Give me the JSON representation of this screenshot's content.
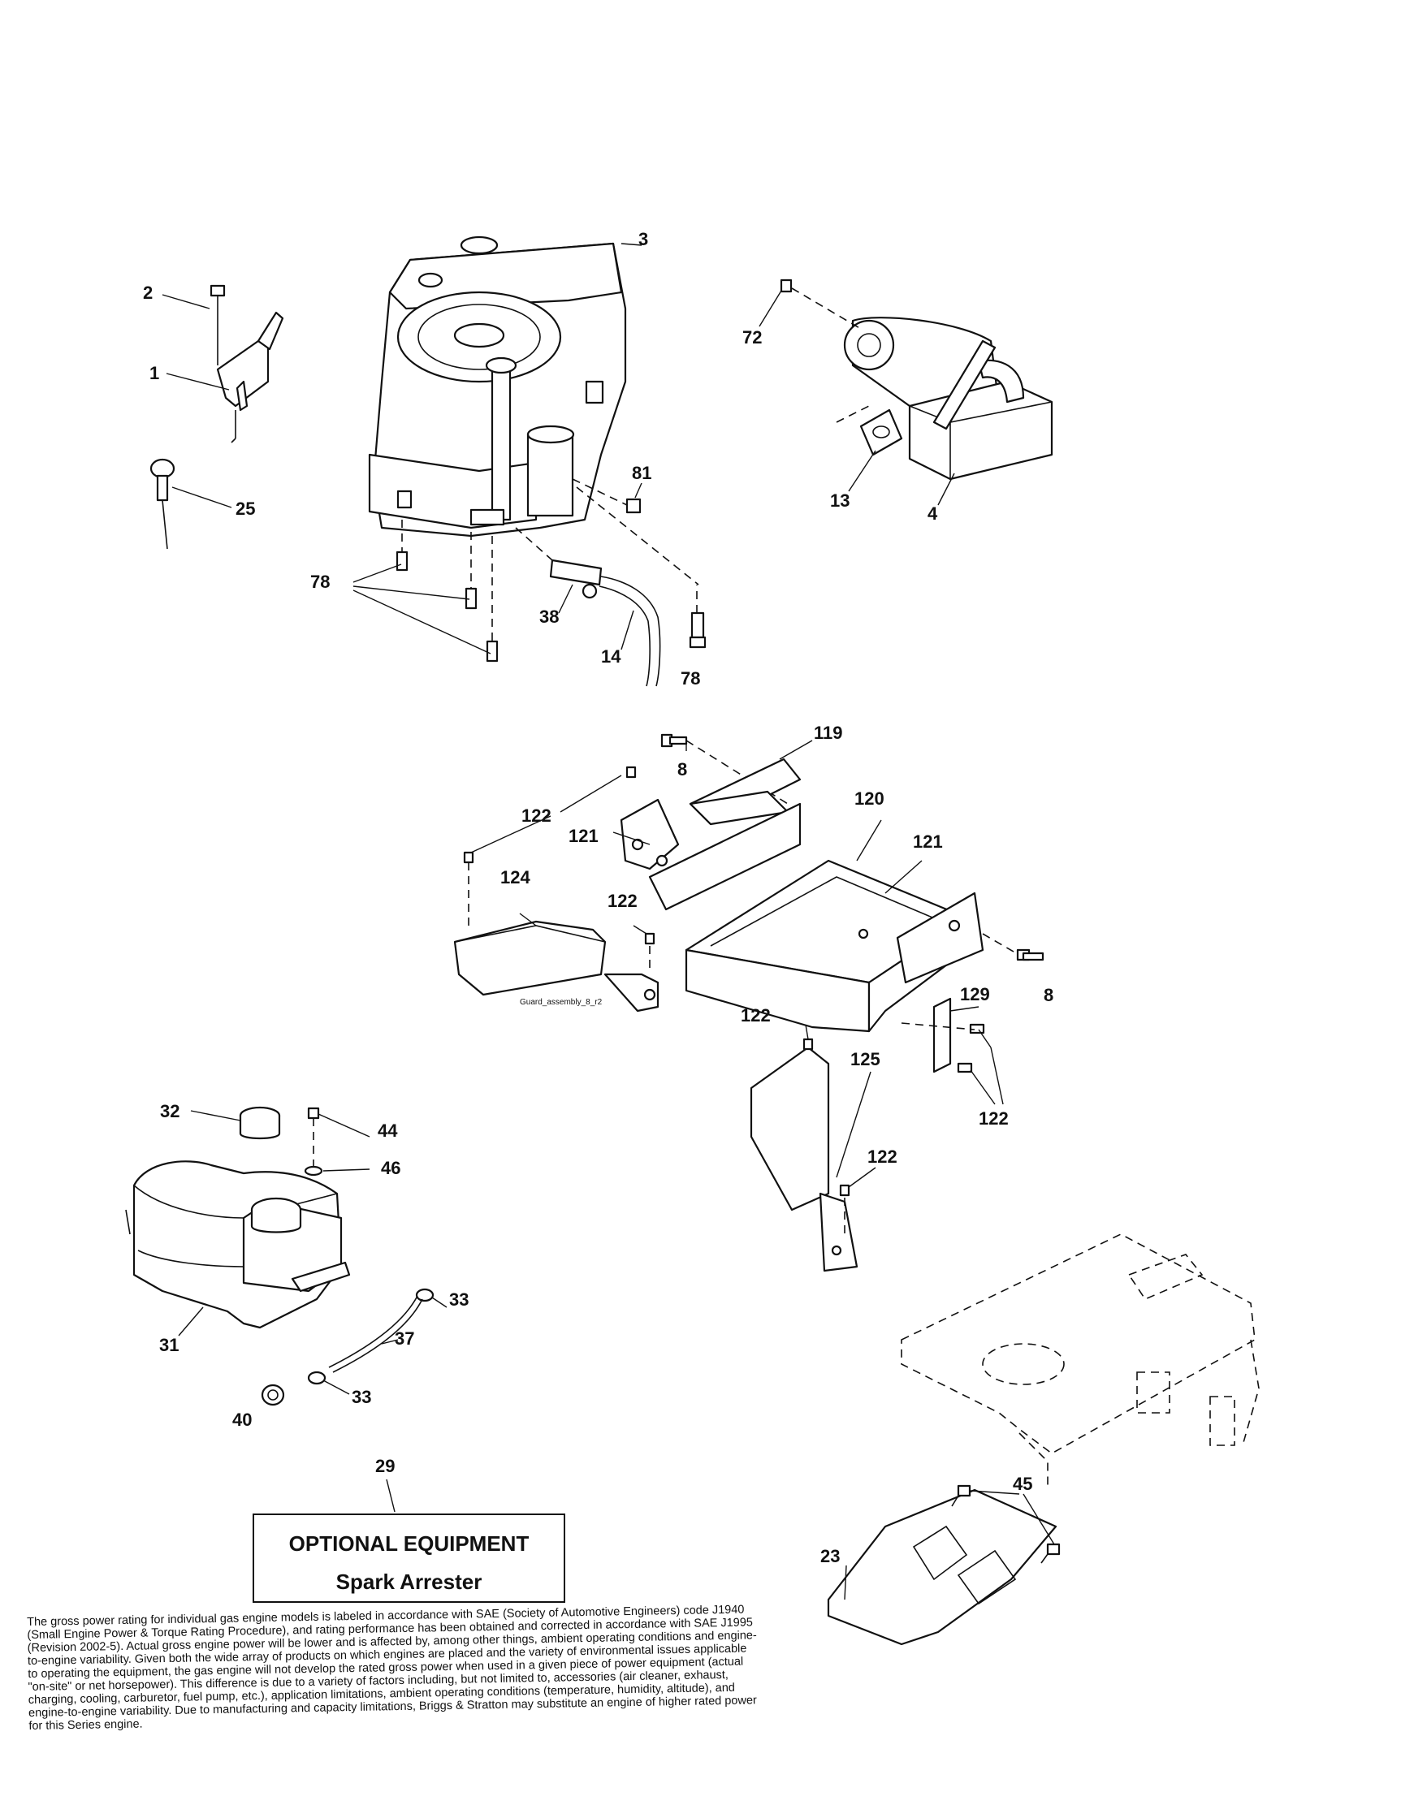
{
  "callouts": {
    "c1": "1",
    "c2": "2",
    "c3": "3",
    "c4": "4",
    "c8a": "8",
    "c8b": "8",
    "c13": "13",
    "c14": "14",
    "c23": "23",
    "c25": "25",
    "c29": "29",
    "c31": "31",
    "c32": "32",
    "c33a": "33",
    "c33b": "33",
    "c37": "37",
    "c38": "38",
    "c40": "40",
    "c44": "44",
    "c45": "45",
    "c46": "46",
    "c72": "72",
    "c78a": "78",
    "c78b": "78",
    "c81": "81",
    "c119": "119",
    "c120": "120",
    "c121a": "121",
    "c121b": "121",
    "c122a": "122",
    "c122b": "122",
    "c122c": "122",
    "c122d": "122",
    "c122e": "122",
    "c124": "124",
    "c125": "125",
    "c129": "129"
  },
  "drawing_ref": "Guard_assembly_8_r2",
  "optional_equipment": {
    "title": "OPTIONAL EQUIPMENT",
    "item": "Spark Arrester"
  },
  "footnote": "The gross power rating for individual gas engine models is labeled in accordance with SAE (Society of Automotive Engineers) code J1940 (Small Engine Power & Torque Rating Procedure), and rating performance has been obtained and corrected in accordance with SAE J1995 (Revision 2002-5). Actual gross engine power will be lower and is affected by, among other things, ambient operating conditions and engine-to-engine variability. Given both the wide array of products on which engines are placed and the variety of environmental issues applicable to operating the equipment, the gas engine will not develop the rated gross power when used in a given piece of power equipment (actual \"on-site\" or net horsepower). This difference is due to a variety of factors including, but not limited to, accessories (air cleaner, exhaust, charging, cooling, carburetor, fuel pump, etc.), application limitations, ambient operating conditions (temperature, humidity, altitude), and engine-to-engine variability. Due to manufacturing and capacity limitations, Briggs & Stratton may substitute an engine of higher rated power for this Series engine."
}
